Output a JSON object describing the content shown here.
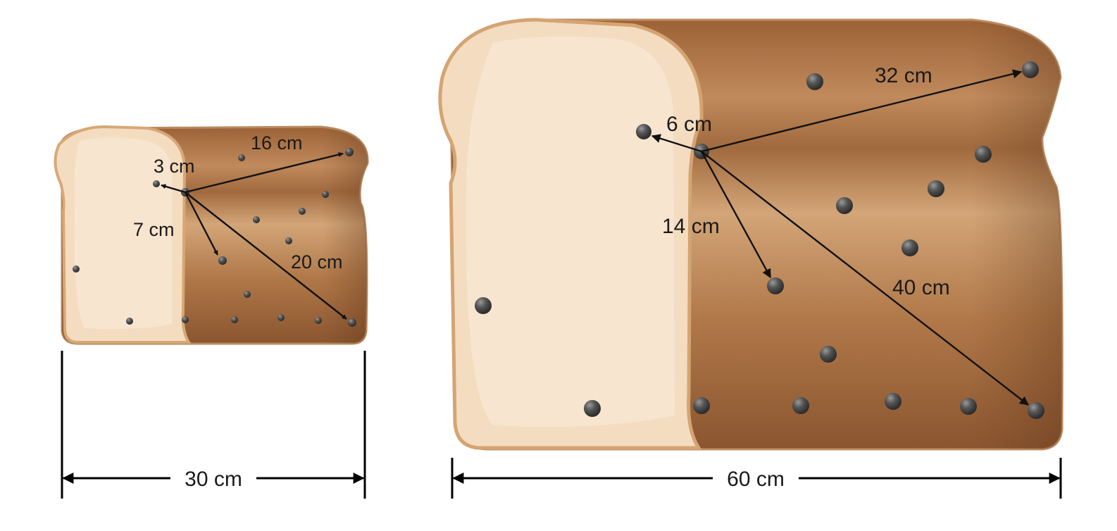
{
  "small_loaf": {
    "width_label": "30 cm",
    "distances": [
      "3 cm",
      "16 cm",
      "7 cm",
      "20 cm"
    ]
  },
  "large_loaf": {
    "width_label": "60 cm",
    "distances": [
      "6 cm",
      "32 cm",
      "14 cm",
      "40 cm"
    ]
  },
  "colors": {
    "crust_dark": "#8a5530",
    "crust_light": "#c99468",
    "crumb": "#f4dcc0",
    "raisin": "#555555"
  }
}
